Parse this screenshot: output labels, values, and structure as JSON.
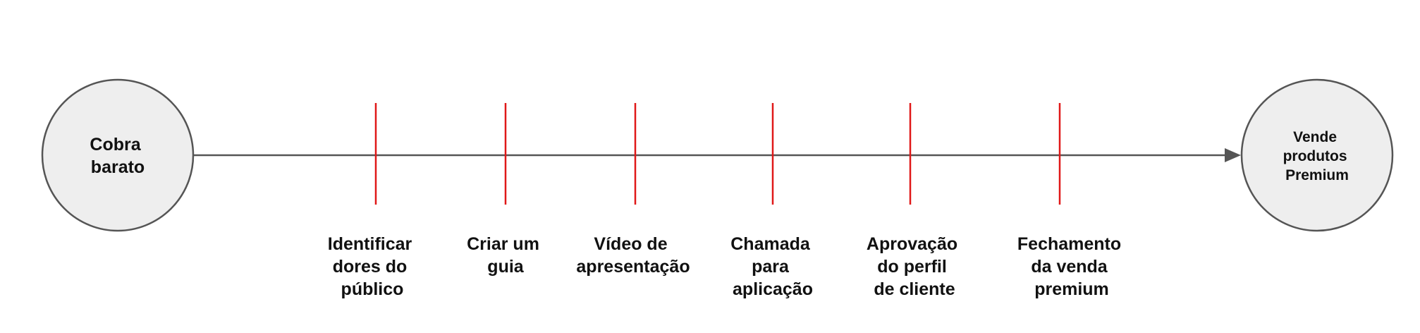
{
  "start_node": {
    "lines": [
      "Cobra",
      "barato"
    ]
  },
  "end_node": {
    "lines": [
      "Vende",
      "produtos",
      "Premium"
    ]
  },
  "steps": [
    {
      "lines": [
        "Identificar",
        "dores do",
        "público"
      ]
    },
    {
      "lines": [
        "Criar um",
        "guia"
      ]
    },
    {
      "lines": [
        "Vídeo de",
        "apresentação"
      ]
    },
    {
      "lines": [
        "Chamada",
        "para",
        "aplicação"
      ]
    },
    {
      "lines": [
        "Aprovação",
        "do perfil",
        "de cliente"
      ]
    },
    {
      "lines": [
        "Fechamento",
        "da venda",
        "premium"
      ]
    }
  ],
  "colors": {
    "tick": "#e01818",
    "line": "#555555",
    "node_fill": "#eeeeee"
  }
}
